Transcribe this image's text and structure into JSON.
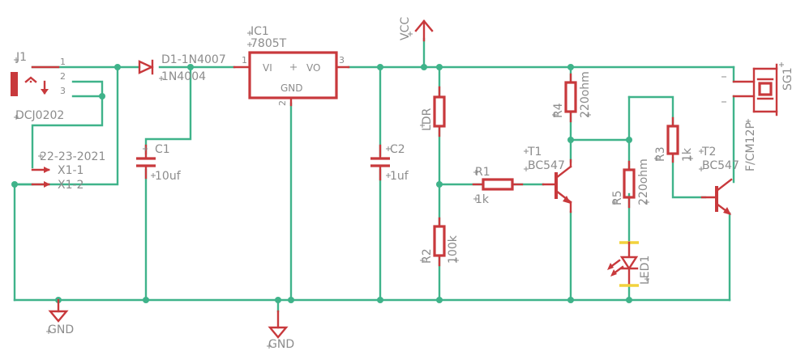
{
  "labels": {
    "j1_name": "J1",
    "j1_value": "DCJ0202",
    "x1_name": "22-23-2021",
    "x1_1": "X1-1",
    "x1_2": "X1-2",
    "d1_name": "D1-1N4007",
    "d1_value": "1N4004",
    "ic1_name": "IC1",
    "ic1_value": "7805T",
    "ic1_vi": "VI",
    "ic1_vo": "VO",
    "ic1_gnd": "GND",
    "c1_name": "C1",
    "c1_value": "10uf",
    "c2_name": "C2",
    "c2_value": "1uf",
    "vcc": "VCC",
    "ldr": "LDR",
    "r1_name": "R1",
    "r1_value": "1k",
    "r2_name": "R2",
    "r2_value": "100k",
    "r3_name": "R3",
    "r3_value": "1k",
    "r4_name": "R4",
    "r4_value": "220ohm",
    "r5_name": "R5",
    "r5_value": "220ohm",
    "t1_name": "T1",
    "t1_value": "BC547",
    "t2_name": "T2",
    "t2_value": "BC547",
    "led_name": "LED1",
    "sg_name": "SG1",
    "sg_value": "F/CM12P",
    "gnd_left": "GND",
    "gnd_mid": "GND"
  },
  "pins": {
    "j1_1": "1",
    "j1_2": "2",
    "j1_3": "3",
    "ic_1": "1",
    "ic_2": "2",
    "ic_3": "3"
  },
  "colors": {
    "wire": "#3fb38a",
    "component": "#c8393c",
    "label": "#8c8c8c",
    "led_bar": "#f2d23c"
  }
}
